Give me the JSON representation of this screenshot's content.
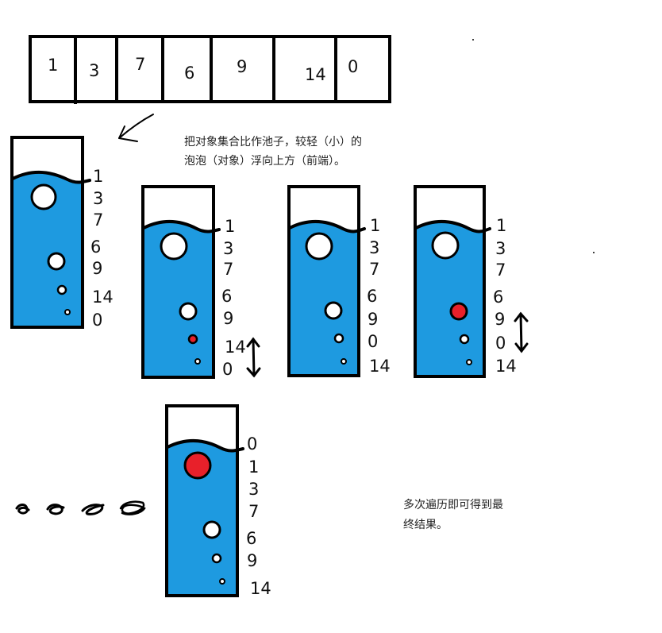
{
  "array_cells": [
    "1",
    "3",
    "7",
    "6",
    "9",
    "14",
    "0"
  ],
  "note_top": [
    "把对象集合比作池子，较轻（小）的",
    "泡泡（对象）浮向上方（前端）。"
  ],
  "note_bottom": [
    "多次遍历即可得到最",
    "终结果。"
  ],
  "containers": [
    {
      "labels": [
        "1",
        "3",
        "7",
        "6",
        "9",
        "14",
        "0"
      ],
      "swap_arrow": false
    },
    {
      "labels": [
        "1",
        "3",
        "7",
        "6",
        "9",
        "14",
        "0"
      ],
      "swap_arrow": true
    },
    {
      "labels": [
        "1",
        "3",
        "7",
        "6",
        "9",
        "0",
        "14"
      ],
      "swap_arrow": false
    },
    {
      "labels": [
        "1",
        "3",
        "7",
        "6",
        "9",
        "0",
        "14"
      ],
      "swap_arrow": true
    },
    {
      "labels": [
        "0",
        "1",
        "3",
        "7",
        "6",
        "9",
        "14"
      ],
      "swap_arrow": false
    }
  ],
  "colors": {
    "water": "#1e9ae0",
    "bubble_highlight": "#e8202a",
    "outline": "#000000"
  }
}
